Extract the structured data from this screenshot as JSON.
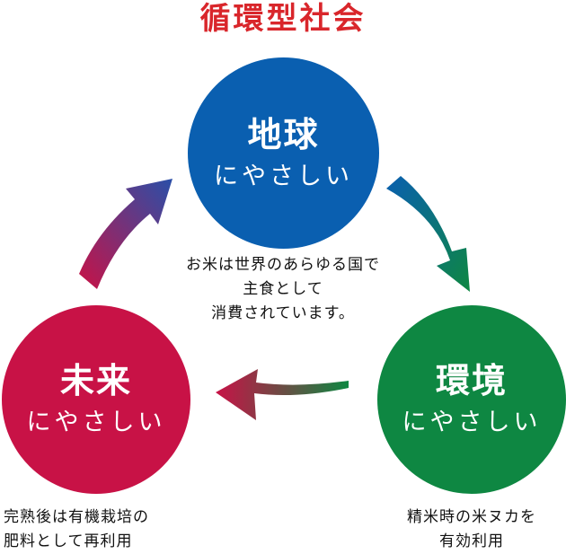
{
  "title": "循環型社会",
  "nodes": {
    "earth": {
      "title": "地球",
      "subtitle": "にやさしい",
      "color": "#0a5fb0"
    },
    "environment": {
      "title": "環境",
      "subtitle": "にやさしい",
      "color": "#0e8742"
    },
    "future": {
      "title": "未来",
      "subtitle": "にやさしい",
      "color": "#c81246"
    }
  },
  "center_text": [
    "お米は世界のあらゆる国で",
    "主食として",
    "消費されています。"
  ],
  "notes": {
    "future": [
      "完熟後は有機栽培の",
      "肥料として再利用"
    ],
    "environment": [
      "精米時の米ヌカを",
      "有効利用"
    ]
  },
  "colors": {
    "title": "#d9262b",
    "blue": "#0a5fb0",
    "green": "#0e8742",
    "red": "#c81246"
  }
}
